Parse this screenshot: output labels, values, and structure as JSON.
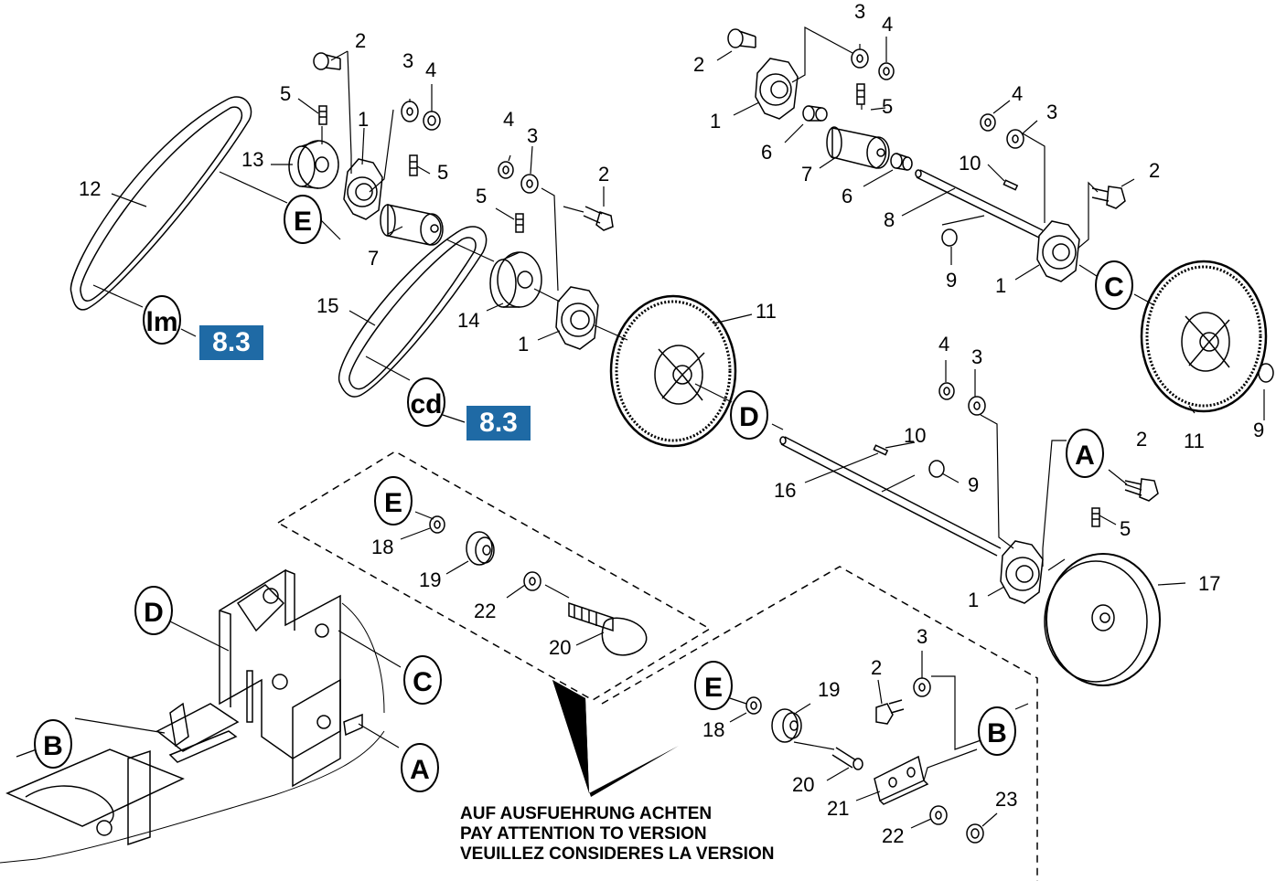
{
  "badges": {
    "ref_a": "8.3",
    "ref_b": "8.3",
    "badge_color": "#1f6aa5"
  },
  "callouts": {
    "lm": "lm",
    "cd": "cd",
    "E1": "E",
    "D1": "D",
    "C1": "C",
    "A1": "A",
    "E2": "E",
    "D2": "D",
    "C2": "C",
    "B2": "B",
    "A2": "A",
    "E3": "E",
    "B3": "B"
  },
  "part_numbers": {
    "p2a": "2",
    "p3a": "3",
    "p4a": "4",
    "p5a": "5",
    "p1a": "1",
    "p13": "13",
    "p5b": "5",
    "p12": "12",
    "p7a": "7",
    "p4b": "4",
    "p3b": "3",
    "p2b": "2",
    "p5c": "5",
    "p15": "15",
    "p14": "14",
    "p1b": "1",
    "p11a": "11",
    "p3c": "3",
    "p4c": "4",
    "p2c": "2",
    "p5d": "5",
    "p1c": "1",
    "p6a": "6",
    "p7b": "7",
    "p6b": "6",
    "p10a": "10",
    "p8": "8",
    "p9a": "9",
    "p4d": "4",
    "p3d": "3",
    "p2d": "2",
    "p1d": "1",
    "p11b": "11",
    "p9b": "9",
    "p4e": "4",
    "p3e": "3",
    "p10b": "10",
    "p9c": "9",
    "p16": "16",
    "p2e": "2",
    "p5e": "5",
    "p17": "17",
    "p1e": "1",
    "p18a": "18",
    "p19a": "19",
    "p22a": "22",
    "p20a": "20",
    "p3f": "3",
    "p2f": "2",
    "p19b": "19",
    "p18b": "18",
    "p20b": "20",
    "p21": "21",
    "p22b": "22",
    "p23": "23"
  },
  "note": {
    "line1": "AUF AUSFUEHRUNG ACHTEN",
    "line2": "PAY ATTENTION TO VERSION",
    "line3": "VEUILLEZ CONSIDERES LA VERSION"
  }
}
